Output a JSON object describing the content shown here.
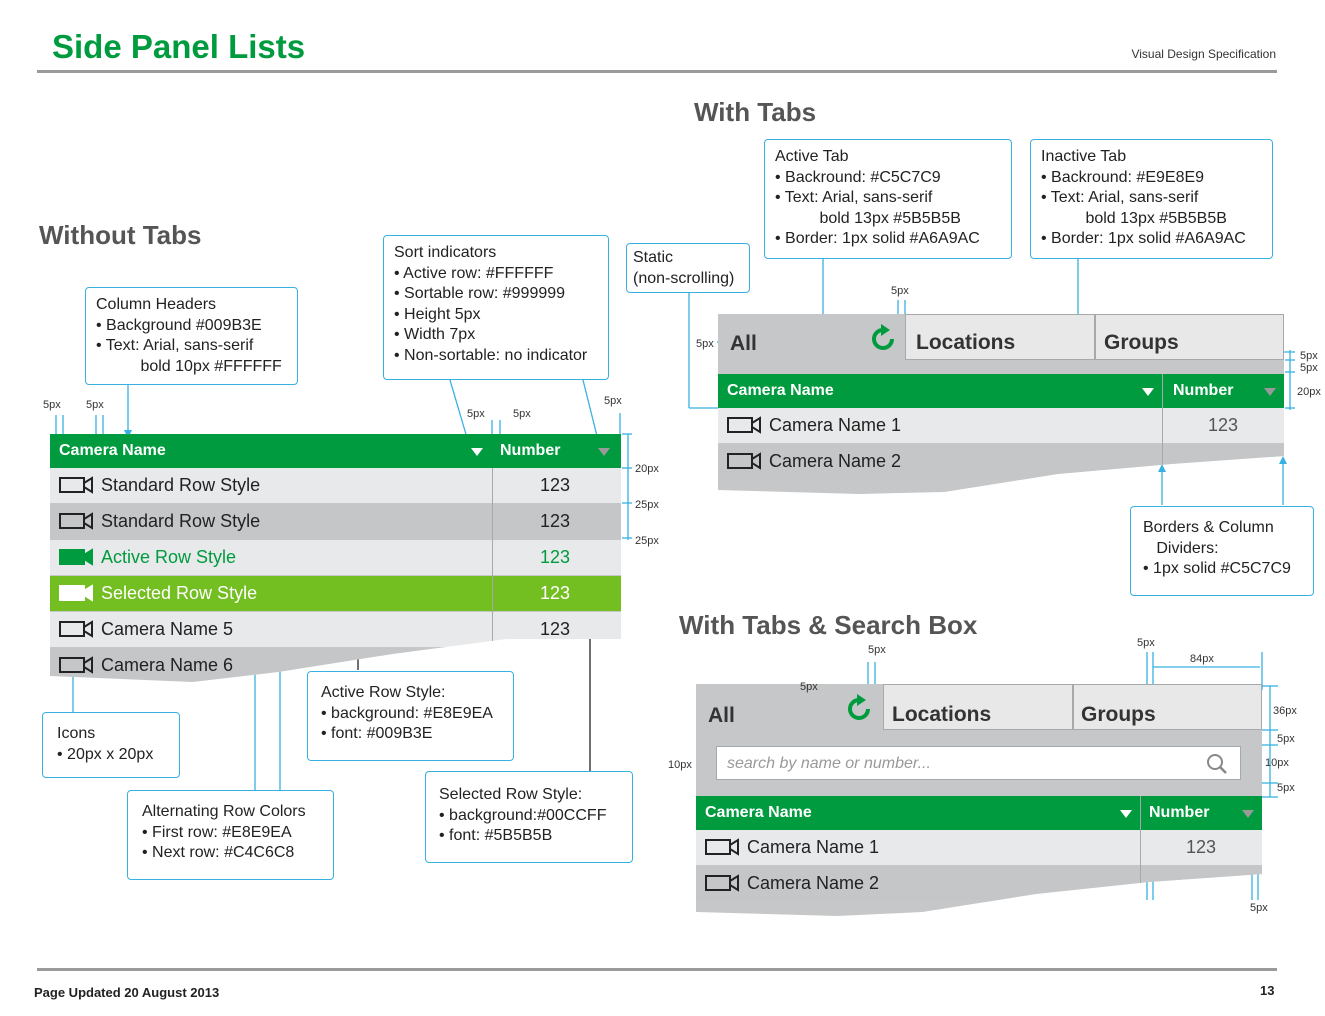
{
  "header": {
    "title": "Side Panel Lists",
    "doc_label": "Visual Design Specification"
  },
  "footer": {
    "updated": "Page Updated 20 August 2013",
    "page_number": "13"
  },
  "sections": {
    "without_tabs": "Without Tabs",
    "with_tabs": "With Tabs",
    "with_tabs_search": "With Tabs & Search Box"
  },
  "table": {
    "col1": "Camera Name",
    "col2": "Number"
  },
  "rows_without_tabs": [
    {
      "label": "Standard Row Style",
      "value": "123"
    },
    {
      "label": "Standard Row Style",
      "value": "123"
    },
    {
      "label": "Active Row Style",
      "value": "123"
    },
    {
      "label": "Selected Row Style",
      "value": "123"
    },
    {
      "label": "Camera Name 5",
      "value": "123"
    },
    {
      "label": "Camera Name 6",
      "value": ""
    }
  ],
  "rows_tabs": [
    {
      "label": "Camera Name 1",
      "value": "123"
    },
    {
      "label": "Camera Name 2",
      "value": ""
    }
  ],
  "tabs": {
    "all": "All",
    "locations": "Locations",
    "groups": "Groups"
  },
  "search": {
    "placeholder": "search by name or number..."
  },
  "callouts": {
    "column_headers": "Column Headers\n• Background #009B3E\n• Text: Arial, sans-serif\n          bold 10px #FFFFFF",
    "sort_indicators": "Sort indicators\n• Active row: #FFFFFF\n• Sortable row: #999999\n• Height 5px\n• Width 7px\n• Non-sortable: no indicator",
    "static": "Static\n(non-scrolling)",
    "active_tab": "Active Tab\n• Backround: #C5C7C9\n• Text: Arial, sans-serif\n          bold 13px #5B5B5B\n• Border: 1px solid #A6A9AC",
    "inactive_tab": "Inactive Tab\n• Backround: #E9E8E9\n• Text: Arial, sans-serif\n          bold 13px #5B5B5B\n• Border: 1px solid #A6A9AC",
    "icons": "Icons\n• 20px x 20px",
    "alternating": "Alternating Row Colors\n• First row: #E8E9EA\n• Next row: #C4C6C8",
    "active_row": "Active Row Style:\n• background: #E8E9EA\n• font: #009B3E",
    "selected_row": "Selected Row Style:\n• background:#00CCFF\n• font: #5B5B5B",
    "borders": "Borders & Column\n   Dividers:\n• 1px solid #C5C7C9"
  },
  "dims": {
    "d5": "5px",
    "d20": "20px",
    "d25": "25px",
    "d36": "36px",
    "d10": "10px",
    "d84": "84px"
  },
  "colors": {
    "green": "#009B3E",
    "selected": "#73BE20",
    "row1": "#E8E9EA",
    "row2": "#C4C6C8",
    "callout_border": "#37B1E2"
  }
}
